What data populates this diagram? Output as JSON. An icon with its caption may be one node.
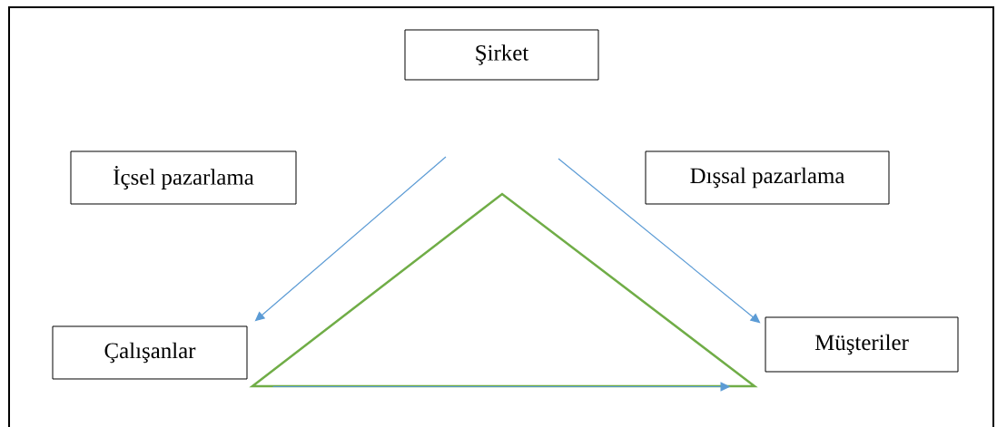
{
  "diagram": {
    "nodes": [
      {
        "text": [
          "Şirket"
        ]
      },
      {
        "text": [
          "İçsel pazarlama"
        ]
      },
      {
        "text": [
          "Dışsal pazarlama"
        ]
      },
      {
        "text": [
          "Çalışanlar"
        ]
      },
      {
        "text": [
          "Müşteriler"
        ]
      }
    ],
    "edges": [
      {
        "from": null,
        "to": 3,
        "arrow": "to"
      },
      {
        "from": null,
        "to": 4,
        "arrow": "to"
      },
      {
        "from": 3,
        "to": 4,
        "arrow": "to"
      }
    ]
  }
}
